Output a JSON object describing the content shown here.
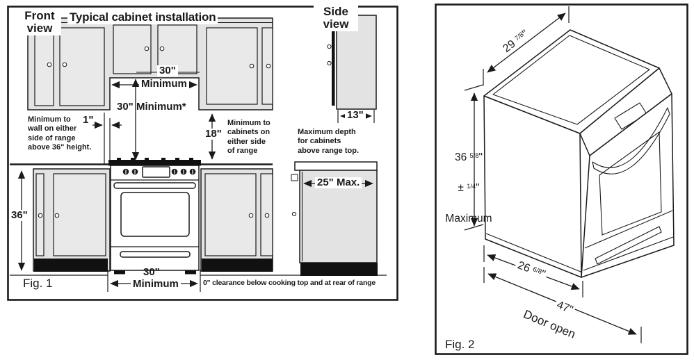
{
  "fig1": {
    "caption": "Fig. 1",
    "title": "Typical cabinet installation",
    "front_view": "Front\nview",
    "side_view": "Side\nview",
    "dims": {
      "top_width_value": "30\"",
      "top_width_label": "Minimum",
      "clearance_above": "30\" Minimum*",
      "side_wall_gap": "1\"",
      "side_cabinet_height": "18\"",
      "counter_height": "36\"",
      "upper_depth": "13\"",
      "base_depth": "25\" Max.",
      "bottom_width_value": "30\"",
      "bottom_width_label": "Minimum"
    },
    "notes": {
      "wall": "Minimum to\nwall on either\nside of range\nabove 36\" height.",
      "cabinets": "Minimum to\ncabinets on\neither side\nof range",
      "depth": "Maximum depth\nfor cabinets\nabove range top.",
      "zero_clearance": "0\" clearance below cooking top and at rear of range"
    }
  },
  "fig2": {
    "caption": "Fig. 2",
    "width": {
      "whole": "29 ",
      "frac": "7/8",
      "unit": "\""
    },
    "height": {
      "whole": "36 ",
      "frac": "5/8",
      "unit": "\""
    },
    "tolerance": {
      "pm": "± ",
      "frac": "1/4",
      "unit": "\""
    },
    "height_label": "Maximum",
    "depth": {
      "whole": "26 ",
      "frac": "6/8",
      "unit": "\""
    },
    "door_open_value": "47\"",
    "door_open_label": "Door open"
  },
  "colors": {
    "line": "#1a1a1a",
    "cabinet_fill": "#e3e3e3",
    "door_fill": "#e9e9e9",
    "toe_kick": "#111111",
    "background": "#ffffff"
  }
}
